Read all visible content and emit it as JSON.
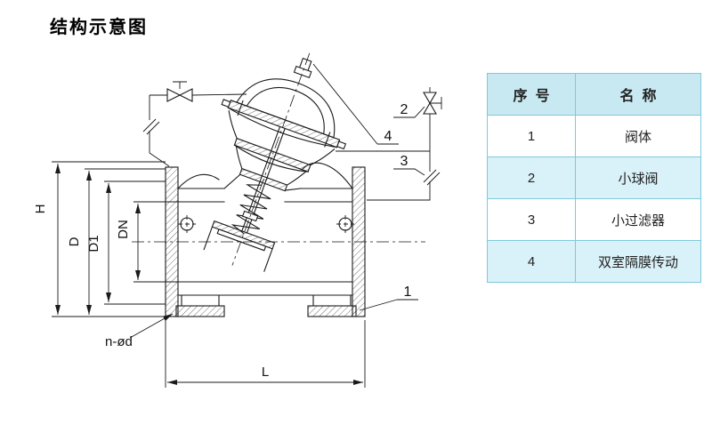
{
  "page": {
    "title": "结构示意图"
  },
  "table": {
    "headers": {
      "no": "序  号",
      "name": "名  称"
    },
    "rows": [
      {
        "no": "1",
        "name": "阀体"
      },
      {
        "no": "2",
        "name": "小球阀"
      },
      {
        "no": "3",
        "name": "小过滤器"
      },
      {
        "no": "4",
        "name": "双室隔膜传动"
      }
    ]
  },
  "diagram": {
    "dim": {
      "H": "H",
      "D": "D",
      "D1": "D1",
      "DN": "DN",
      "L": "L",
      "n_od": "n-ød"
    },
    "callouts": {
      "c1": "1",
      "c2": "2",
      "c3": "3",
      "c4": "4"
    }
  },
  "colors": {
    "line": "#1a1a1a",
    "table_border": "#7fc9db",
    "table_header_bg": "#c9e9f2",
    "table_alt_row_bg": "#d9f1f8"
  }
}
